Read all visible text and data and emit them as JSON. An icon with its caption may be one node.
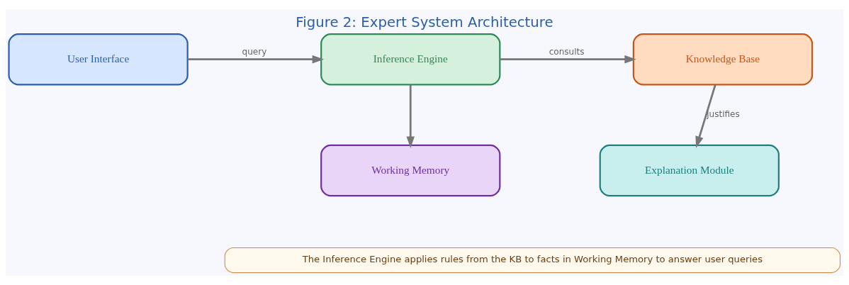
{
  "diagram": {
    "title": "Figure 2: Expert System Architecture",
    "nodes": [
      {
        "text": [
          "User Interface"
        ]
      },
      {
        "text": [
          "Inference Engine"
        ]
      },
      {
        "text": [
          "Knowledge Base"
        ]
      },
      {
        "text": [
          "Working Memory"
        ]
      },
      {
        "text": [
          "Explanation Module"
        ]
      },
      {
        "text": [
          "The Inference Engine applies rules from the KB to facts in Working Memory to answer user queries"
        ]
      }
    ],
    "edges": [
      {
        "from": 0,
        "to": 1,
        "arrow": "to",
        "label": "query"
      },
      {
        "from": 1,
        "to": 2,
        "arrow": "to",
        "label": "consults"
      },
      {
        "from": 1,
        "to": 3,
        "arrow": "to"
      },
      {
        "from": 2,
        "to": 4,
        "arrow": "to",
        "label": "justifies"
      }
    ]
  }
}
